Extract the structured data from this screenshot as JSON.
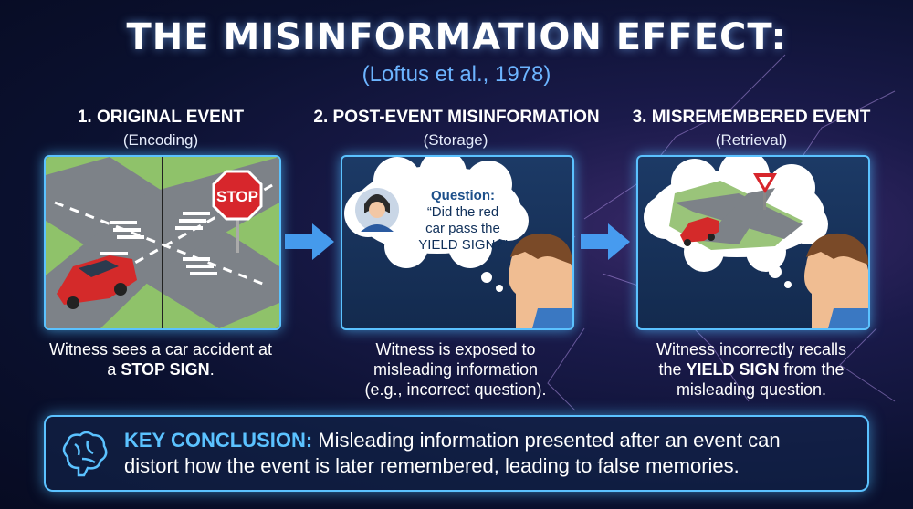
{
  "title": "THE MISINFORMATION EFFECT:",
  "subtitle": "(Loftus et al., 1978)",
  "steps": [
    {
      "heading": "1. ORIGINAL EVENT",
      "phase": "(Encoding)",
      "sign_text": "STOP",
      "caption_pre": "Witness sees a car accident at a ",
      "caption_bold": "STOP SIGN",
      "caption_post": "."
    },
    {
      "heading": "2. POST-EVENT MISINFORMATION",
      "phase": "(Storage)",
      "question_label": "Question:",
      "question_line1": "“Did the red",
      "question_line2": "car pass the",
      "question_line3": "YIELD SIGN?”",
      "caption_line1": "Witness is exposed to",
      "caption_line2": "misleading information",
      "caption_line3": "(e.g., incorrect question)."
    },
    {
      "heading": "3. MISREMEMBERED EVENT",
      "phase": "(Retrieval)",
      "caption_line1": "Witness incorrectly recalls",
      "caption_pre2": "the ",
      "caption_bold2": "YIELD SIGN",
      "caption_post2": " from the",
      "caption_line3": "misleading question."
    }
  ],
  "conclusion": {
    "label": "KEY CONCLUSION:",
    "text_line1": " Misleading information presented after an event can",
    "text_line2": "distort how the event is later remembered, leading to false memories."
  },
  "colors": {
    "accent": "#5bc2ff",
    "stop_red": "#d7262c",
    "car_red": "#d42a2a"
  }
}
